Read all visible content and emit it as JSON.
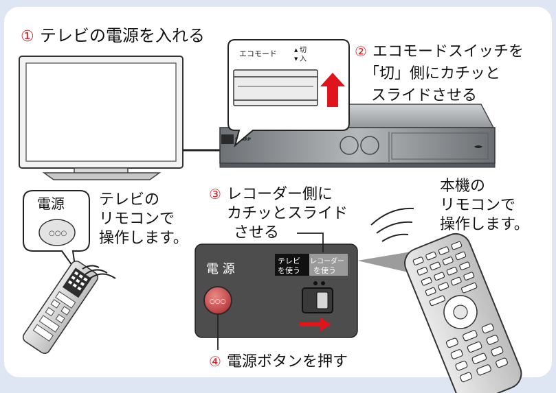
{
  "step1": {
    "number": "①",
    "text": "テレビの電源を入れる"
  },
  "step2": {
    "number": "②",
    "lines": [
      "エコモードスイッチを",
      "「切」側にカチッと",
      "スライドさせる"
    ]
  },
  "step3": {
    "number": "③",
    "lines": [
      "レコーダー側に",
      "カチッとスライド",
      "させる"
    ]
  },
  "step4": {
    "number": "④",
    "text": "電源ボタンを押す"
  },
  "tv_remote_note": {
    "lines": [
      "テレビの",
      "リモコンで",
      "操作します。"
    ]
  },
  "unit_remote_note": {
    "lines": [
      "本機の",
      "リモコンで",
      "操作します。"
    ]
  },
  "tv_power_label": "電源",
  "ecomode_panel": {
    "label": "エコモード",
    "off": "切",
    "on": "入"
  },
  "recorder_panel": {
    "power_label": "電 源",
    "tv_use": [
      "テレビ",
      "を使う"
    ],
    "recorder_use": [
      "レコーダー",
      "を使う"
    ]
  },
  "recorder_brand": "SHARP",
  "colors": {
    "accent_red": "#d8262c",
    "background": "#dfe6f3",
    "panel_dark": "#4d4d4d"
  }
}
